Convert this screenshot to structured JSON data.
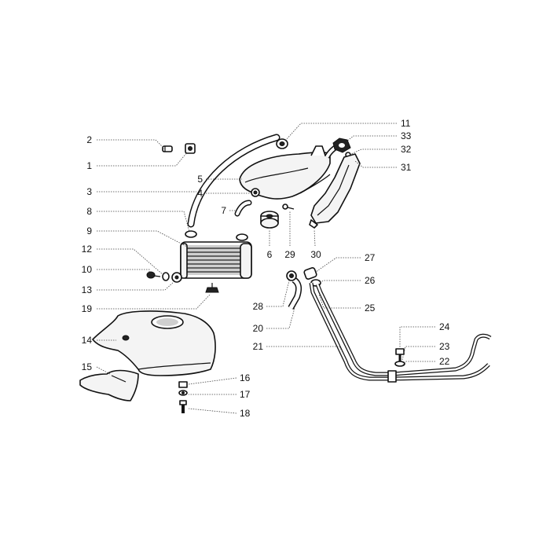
{
  "callouts": [
    {
      "id": "2",
      "label": "2"
    },
    {
      "id": "1",
      "label": "1"
    },
    {
      "id": "3",
      "label": "3"
    },
    {
      "id": "8",
      "label": "8"
    },
    {
      "id": "9",
      "label": "9"
    },
    {
      "id": "12",
      "label": "12"
    },
    {
      "id": "10",
      "label": "10"
    },
    {
      "id": "13",
      "label": "13"
    },
    {
      "id": "19",
      "label": "19"
    },
    {
      "id": "14",
      "label": "14"
    },
    {
      "id": "15",
      "label": "15"
    },
    {
      "id": "16",
      "label": "16"
    },
    {
      "id": "17",
      "label": "17"
    },
    {
      "id": "18",
      "label": "18"
    },
    {
      "id": "11",
      "label": "11"
    },
    {
      "id": "33",
      "label": "33"
    },
    {
      "id": "32",
      "label": "32"
    },
    {
      "id": "31",
      "label": "31"
    },
    {
      "id": "5",
      "label": "5"
    },
    {
      "id": "4",
      "label": "4"
    },
    {
      "id": "7",
      "label": "7"
    },
    {
      "id": "6",
      "label": "6"
    },
    {
      "id": "29",
      "label": "29"
    },
    {
      "id": "30",
      "label": "30"
    },
    {
      "id": "27",
      "label": "27"
    },
    {
      "id": "26",
      "label": "26"
    },
    {
      "id": "25",
      "label": "25"
    },
    {
      "id": "28",
      "label": "28"
    },
    {
      "id": "20",
      "label": "20"
    },
    {
      "id": "21",
      "label": "21"
    },
    {
      "id": "24",
      "label": "24"
    },
    {
      "id": "23",
      "label": "23"
    },
    {
      "id": "22",
      "label": "22"
    }
  ]
}
